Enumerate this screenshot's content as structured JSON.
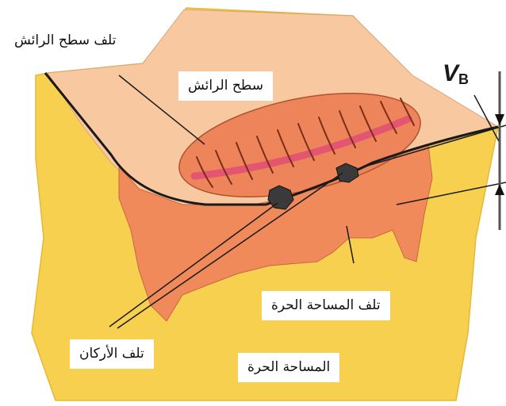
{
  "labels": {
    "rake_face_wear": "تلف سطح الرائش",
    "rake_face": "سطح الرائش",
    "flank_wear": "تلف المساحة الحرة",
    "corner_wear": "تلف الأركان",
    "flank_face": "المساحة الحرة",
    "vb_main": "V",
    "vb_sub": "B"
  },
  "colors": {
    "tool_body": "#f7d04f",
    "rake_surface": "#f8c9a0",
    "flank_wear_zone": "#f08a5a",
    "crater": "#ee8459",
    "crater_band": "#e0457a",
    "line": "#1a1a1a"
  }
}
